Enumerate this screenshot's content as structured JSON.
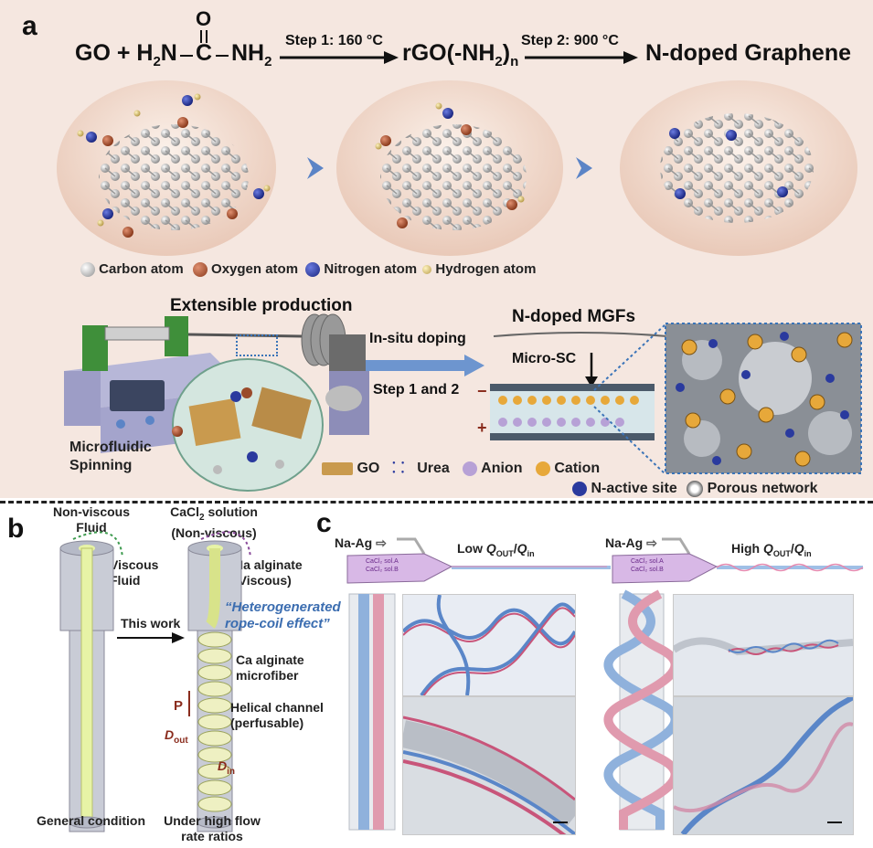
{
  "panel_a": {
    "label": "a",
    "equation": {
      "reactant_left": "GO + H",
      "sub_2a": "2",
      "n_part": "N",
      "carbonyl_o": "O",
      "carbonyl_c": "C",
      "right_nh": "NH",
      "sub_2b": "2",
      "step1": "Step 1: 160 °C",
      "intermediate": "rGO(-NH",
      "sub_2c": "2",
      "close_paren": ")",
      "sub_n": "n",
      "step2": "Step 2: 900 °C",
      "product": "N-doped Graphene"
    },
    "legend": {
      "carbon": "Carbon atom",
      "oxygen": "Oxygen atom",
      "nitrogen": "Nitrogen atom",
      "hydrogen": "Hydrogen atom"
    },
    "production": {
      "title": "Extensible production",
      "spinning_line1": "Microfluidic",
      "spinning_line2": "Spinning",
      "insitu": "In-situ doping",
      "steps": "Step 1 and 2",
      "mgfs": "N-doped MGFs",
      "microsc": "Micro-SC",
      "minus": "−",
      "plus": "+"
    },
    "legend2": {
      "go": "GO",
      "urea": "Urea",
      "anion": "Anion",
      "cation": "Cation",
      "nsite": "N-active site",
      "porous": "Porous network"
    }
  },
  "panel_b": {
    "label": "b",
    "left_top": "Non-viscous",
    "left_top2": "Fluid",
    "viscous": "Viscous",
    "viscous2": "Fluid",
    "cacl_line1_a": "CaCl",
    "cacl_sub": "2",
    "cacl_line1_b": " solution",
    "cacl_line2": "(Non-viscous)",
    "na_alg": "Na alginate",
    "na_alg2": "(Viscous)",
    "this_work": "This work",
    "hetero1": "“Heterogenerated",
    "hetero2": "rope-coil effect”",
    "ca_alg1": "Ca alginate",
    "ca_alg2": "microfiber",
    "p": "P",
    "helical1": "Helical channel",
    "helical2": "(perfusable)",
    "dout_d": "D",
    "dout_sub": "out",
    "din_d": "D",
    "din_sub": "in",
    "general": "General condition",
    "under1": "Under high flow",
    "under2": "rate ratios"
  },
  "panel_c": {
    "label": "c",
    "na_ag_left": "Na-Ag",
    "na_ag_right": "Na-Ag",
    "low": "Low ",
    "high": "High ",
    "q": "Q",
    "q_out_sub": "OUT",
    "slash": "/",
    "q_in_sub": "in",
    "sol_a": "CaCl₂ sol.A",
    "sol_b": "CaCl₂ sol.B"
  },
  "colors": {
    "panel_a_bg": "#f5e7e0",
    "carbon": "#b9b9b9",
    "oxygen": "#a8502c",
    "nitrogen": "#2a3a9e",
    "hydrogen": "#d9c27a",
    "fiber_blue": "#5a86c8",
    "fiber_pink": "#c8557a",
    "italic_blue": "#3b6db0"
  }
}
